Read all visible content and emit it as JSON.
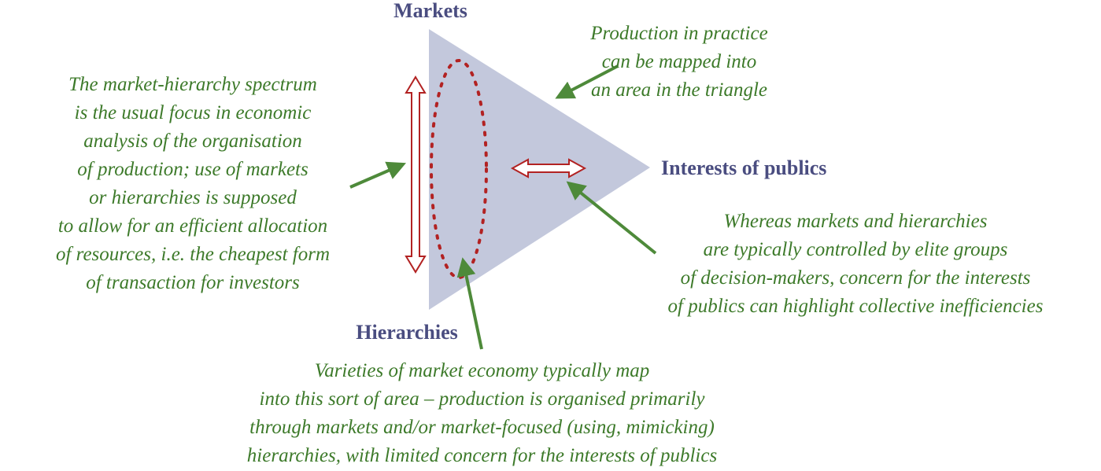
{
  "labels": {
    "markets": "Markets",
    "hierarchies": "Hierarchies",
    "publics": "Interests of publics"
  },
  "notes": {
    "top_right": [
      "Production in practice",
      "can be mapped into",
      "an area in the triangle"
    ],
    "left": [
      "The market-hierarchy spectrum",
      "is the usual focus in economic",
      "analysis of the organisation",
      "of production; use of markets",
      "or hierarchies is supposed",
      "to allow for an efficient allocation",
      "of resources, i.e. the cheapest form",
      "of transaction for investors"
    ],
    "right": [
      "Whereas markets and hierarchies",
      "are typically controlled by elite groups",
      "of decision-makers, concern for the interests",
      "of publics can highlight collective inefficiencies"
    ],
    "bottom": [
      "Varieties of market economy typically map",
      "into this sort of area – production is organised primarily",
      "through markets and/or market-focused (using, mimicking)",
      "hierarchies, with limited concern for the interests of publics"
    ]
  },
  "colors": {
    "triangle": "#c3c8dc",
    "label": "#4a4d80",
    "note": "#3d7a2a",
    "arrow_green": "#4e8a3a",
    "arrow_red": "#b22222"
  }
}
